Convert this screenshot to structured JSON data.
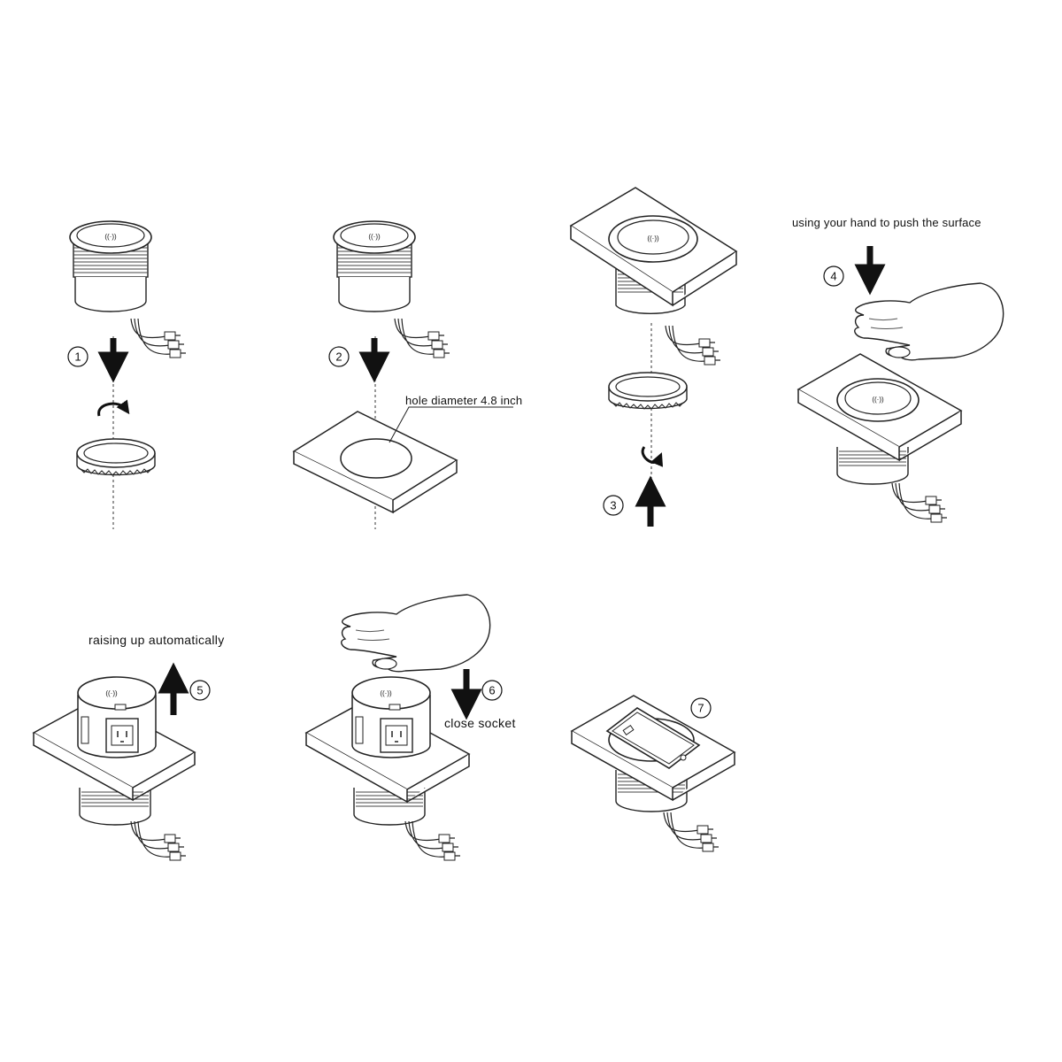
{
  "steps": [
    {
      "number": "1"
    },
    {
      "number": "2",
      "annotation": "hole diameter 4.8 inch"
    },
    {
      "number": "3"
    },
    {
      "number": "4",
      "annotation": "using your hand to push the surface"
    },
    {
      "number": "5",
      "annotation": "raising up automatically"
    },
    {
      "number": "6",
      "annotation": "close socket"
    },
    {
      "number": "7"
    }
  ],
  "colors": {
    "line": "#1a1a1a",
    "background": "#ffffff"
  }
}
